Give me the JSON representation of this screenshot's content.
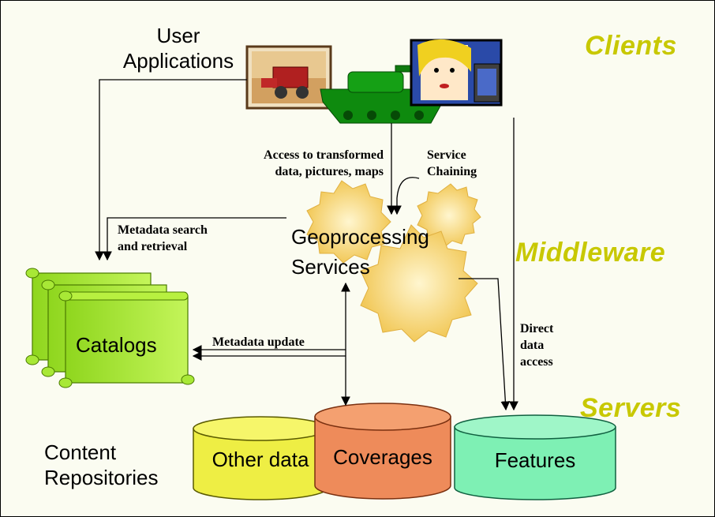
{
  "tiers": {
    "clients": "Clients",
    "middleware": "Middleware",
    "servers": "Servers"
  },
  "user_applications": [
    "User",
    "Applications"
  ],
  "content_repositories": [
    "Content",
    "Repositories"
  ],
  "geoprocessing": [
    "Geoprocessing",
    "Services"
  ],
  "catalogs": "Catalogs",
  "repositories": {
    "other_data": "Other data",
    "coverages": "Coverages",
    "features": "Features"
  },
  "annotations": {
    "access_transformed": [
      "Access to transformed",
      "data, pictures, maps"
    ],
    "service_chaining": [
      "Service",
      "Chaining"
    ],
    "metadata_search": [
      "Metadata search",
      "and retrieval"
    ],
    "metadata_update": "Metadata update",
    "direct_access": [
      "Direct",
      "data",
      "access"
    ]
  },
  "colors": {
    "background": "#fbfcf1",
    "tier_label": "#c8c800",
    "gear": "#f5d77a",
    "catalog": "#b5f03a",
    "other_data": "#eeee44",
    "coverages": "#ee8b5a",
    "features": "#7ef0b4"
  }
}
